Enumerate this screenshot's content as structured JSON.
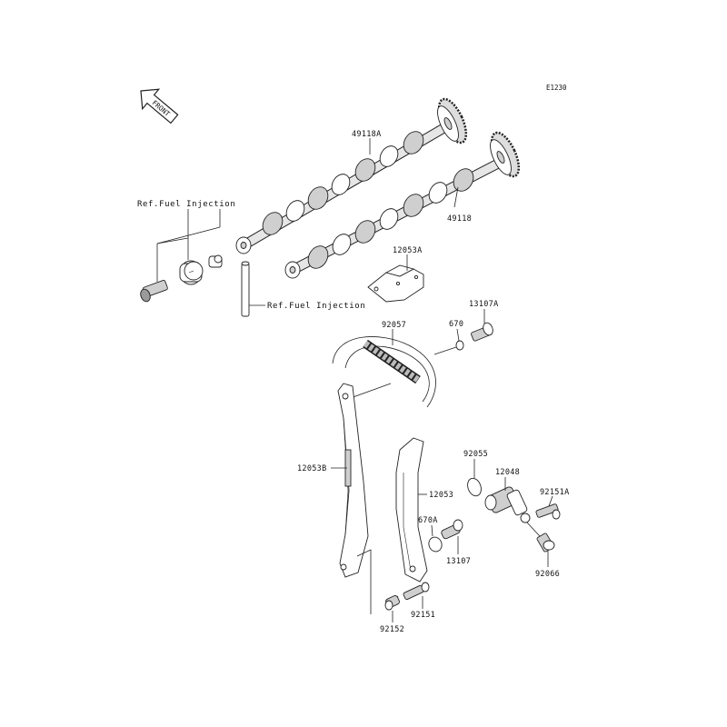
{
  "diagram": {
    "code": "E1230",
    "front_label": "FRONT",
    "refs": {
      "fuel_injection_top": "Ref.Fuel Injection",
      "fuel_injection_mid": "Ref.Fuel Injection"
    },
    "parts": {
      "p49118A": "49118A",
      "p49118": "49118",
      "p12053A": "12053A",
      "p92057": "92057",
      "p670": "670",
      "p13107A": "13107A",
      "p12053B": "12053B",
      "p12053": "12053",
      "p92055": "92055",
      "p12048": "12048",
      "p92151A": "92151A",
      "p670A": "670A",
      "p13107": "13107",
      "p92066": "92066",
      "p92151": "92151",
      "p92152": "92152"
    }
  }
}
